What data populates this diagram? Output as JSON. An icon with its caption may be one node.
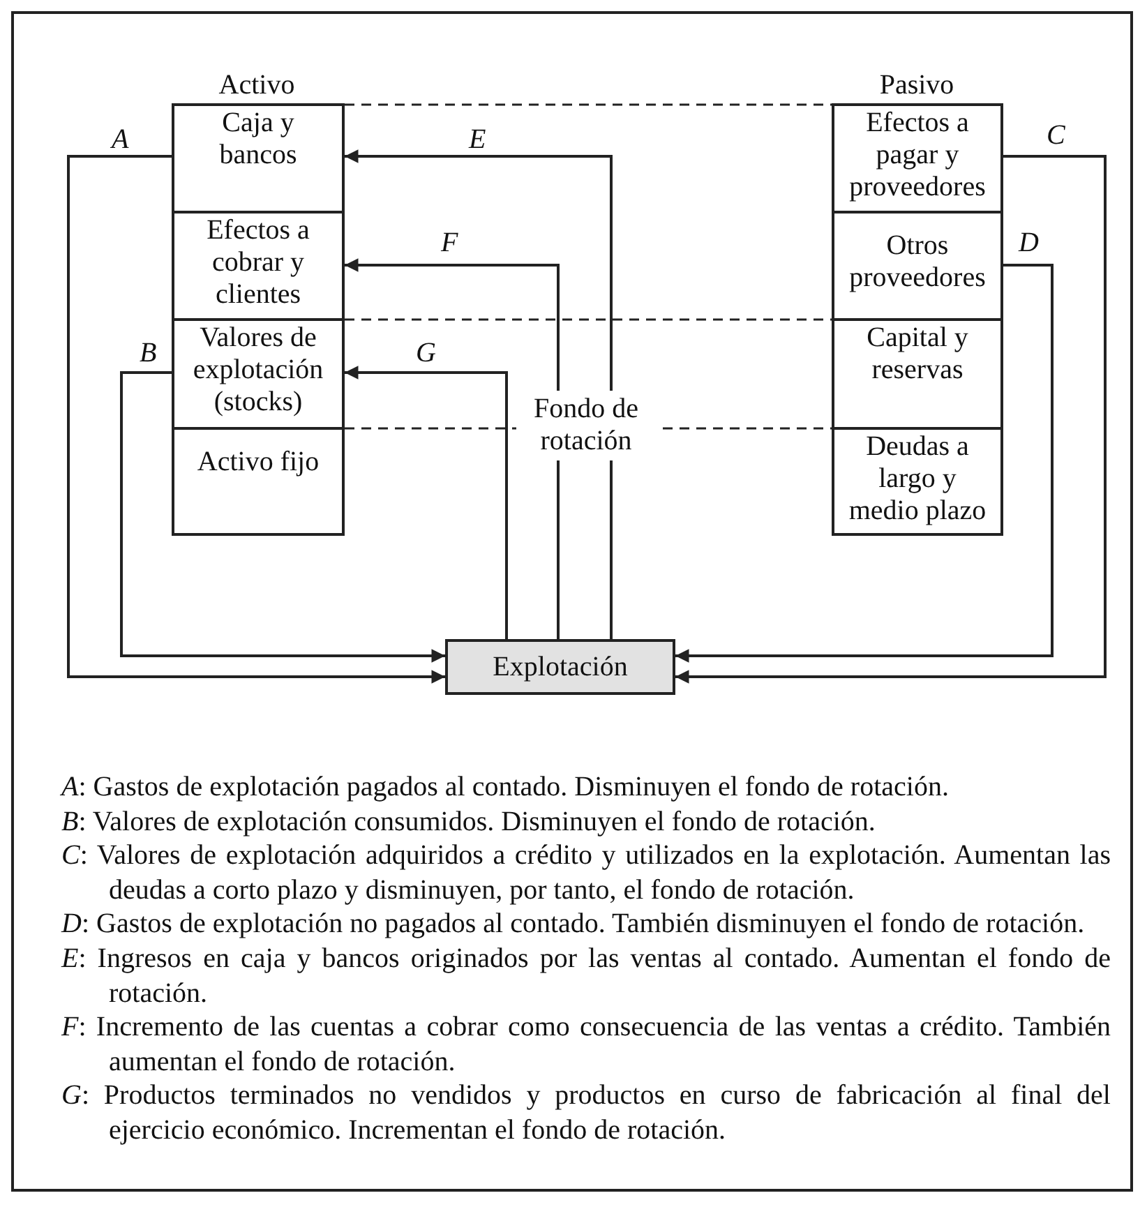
{
  "diagram": {
    "nodes": [
      {
        "text": [
          "Caja y bancos"
        ]
      },
      {
        "text": [
          "Efectos a cobrar y clientes"
        ]
      },
      {
        "text": [
          "Valores de explotación (stocks)"
        ]
      },
      {
        "text": [
          "Activo fijo"
        ]
      },
      {
        "text": [
          "Efectos a pagar y proveedores"
        ]
      },
      {
        "text": [
          "Otros proveedores"
        ]
      },
      {
        "text": [
          "Capital y reservas"
        ]
      },
      {
        "text": [
          "Deudas a largo y medio plazo"
        ]
      },
      {
        "text": [
          "Explotación"
        ]
      }
    ],
    "edges": [
      {
        "from": 0,
        "to": 8,
        "arrow": "to",
        "label": "A"
      },
      {
        "from": 2,
        "to": 8,
        "arrow": "to",
        "label": "B"
      },
      {
        "from": 4,
        "to": 8,
        "arrow": "to",
        "label": "C"
      },
      {
        "from": 5,
        "to": 8,
        "arrow": "to",
        "label": "D"
      },
      {
        "from": 8,
        "to": 0,
        "arrow": "to",
        "label": "E"
      },
      {
        "from": 8,
        "to": 1,
        "arrow": "to",
        "label": "F"
      },
      {
        "from": 8,
        "to": 2,
        "arrow": "to",
        "label": "G"
      },
      {
        "from": 0,
        "to": 4,
        "arrow": "none",
        "style": "dashed"
      },
      {
        "from": 2,
        "to": 6,
        "arrow": "none",
        "style": "dashed"
      },
      {
        "from": 3,
        "to": 7,
        "arrow": "none",
        "style": "dashed"
      }
    ],
    "labels": [
      "Activo",
      "Pasivo",
      "Fondo de rotación",
      "*A*: Gastos de explotación pagados al contado. Disminuyen el fondo de rotación.",
      "*B*: Valores de explotación consumidos. Disminuyen el fondo de rotación.",
      "*C*: Valores de explotación adquiridos a crédito y utilizados en la explotación. Aumentan las deudas a corto plazo y disminuyen, por tanto, el fondo de rotación.",
      "*D*: Gastos de explotación no pagados al contado. También disminuyen el fondo de rotación.",
      "*E*: Ingresos en caja y bancos originados por las ventas al contado. Aumentan el fondo de rotación.",
      "*F*: Incremento de las cuentas a cobrar como consecuencia de las ventas a crédito. También aumentan el fondo de rotación.",
      "*G*: Productos terminados no vendidos y productos en curso de fabricación al final del ejercicio económico. Incrementan el fondo de rotación."
    ]
  }
}
